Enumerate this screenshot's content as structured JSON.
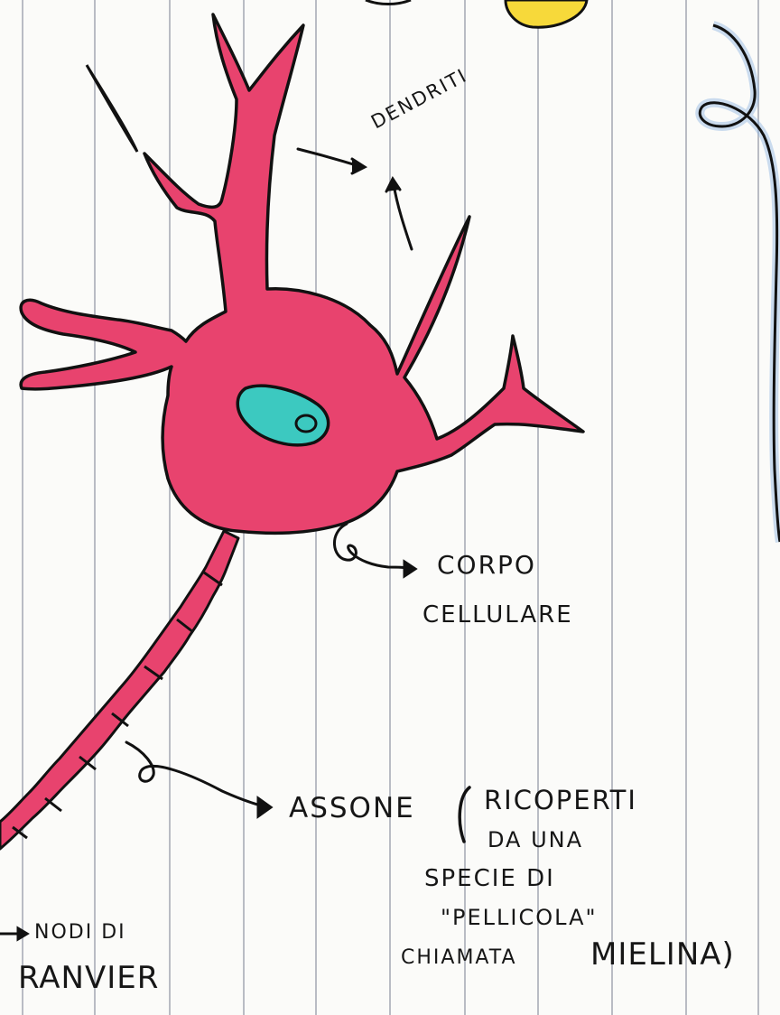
{
  "labels": {
    "dendrites": "DENDRITI",
    "cell_body_line1": "CORPO",
    "cell_body_line2": "CELLULARE",
    "axon": "ASSONE",
    "axon_note_line1": "RICOPERTI",
    "axon_note_line2": "DA UNA",
    "axon_note_line3": "SPECIE DI",
    "axon_note_line4": "\"PELLICOLA\"",
    "axon_note_line5_a": "CHIAMATA",
    "axon_note_line5_b": "MIELINA)",
    "nodes_line1": "NODI DI",
    "nodes_line2": "RANVIER"
  },
  "colors": {
    "paper": "#fbfbf9",
    "ruling": "#b9bcc4",
    "neuron": "#e8436e",
    "neuron_outline": "#111111",
    "nucleus": "#3cc9c0",
    "highlight_yellow": "#f7d93a",
    "ink": "#161616"
  }
}
